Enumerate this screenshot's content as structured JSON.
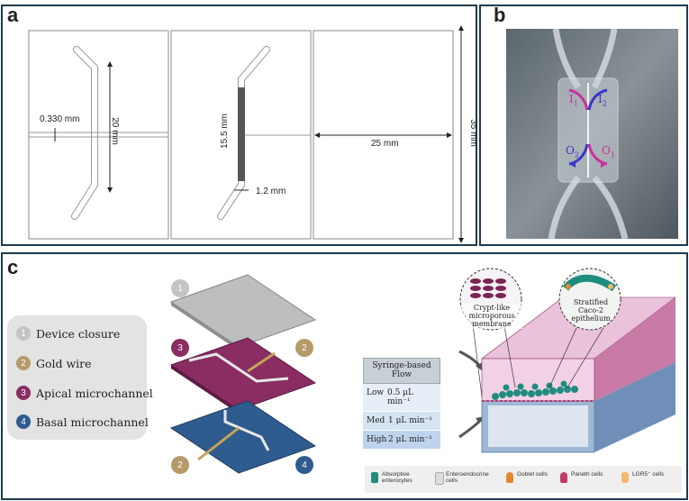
{
  "panel_a": {
    "label": "a",
    "dims": {
      "width_330": "0.330 mm",
      "len_20": "20 mm",
      "len_15_5": "15.5 mm",
      "w_1_2": "1.2 mm",
      "w_25": "25 mm",
      "h_35": "35 mm"
    }
  },
  "panel_b": {
    "label": "b",
    "inlets": [
      "I",
      "I"
    ],
    "inlet_subs": [
      "1",
      "2"
    ],
    "outlets": [
      "O",
      "O"
    ],
    "outlet_subs": [
      "2",
      "1"
    ]
  },
  "panel_c": {
    "label": "c",
    "legend": [
      {
        "num": "1",
        "text": "Device closure",
        "color": "#c4c4c4"
      },
      {
        "num": "2",
        "text": "Gold wire",
        "color": "#b59a6a"
      },
      {
        "num": "3",
        "text": "Apical microchannel",
        "color": "#8a2d63"
      },
      {
        "num": "4",
        "text": "Basal microchannel",
        "color": "#2f5c8f"
      }
    ],
    "stack_badges": [
      "1",
      "3",
      "2",
      "2",
      "4"
    ],
    "flow": {
      "title_line1": "Syringe-based",
      "title_line2": "Flow",
      "rows": [
        {
          "level": "Low",
          "value": "0.5 μL min⁻¹"
        },
        {
          "level": "Med",
          "value": "1 μL min⁻¹"
        },
        {
          "level": "High",
          "value": "2 μL min⁻¹"
        }
      ]
    },
    "callouts": {
      "membrane": [
        "Crypt-like",
        "microporous",
        "membrane"
      ],
      "epithelium": [
        "Stratified",
        "Caco-2",
        "epithelium"
      ]
    },
    "cell_legend": [
      {
        "line1": "Absorptive",
        "line2": "enterocytes",
        "color": "#1f8c80"
      },
      {
        "line1": "Enteroendocrine",
        "line2": "cells",
        "color": "#dddddd"
      },
      {
        "line1": "Goblet cells",
        "line2": "",
        "color": "#e08a2e"
      },
      {
        "line1": "Paneth cells",
        "line2": "",
        "color": "#c0396b"
      },
      {
        "line1": "LGR5⁺ cells",
        "line2": "",
        "color": "#f2b86b"
      }
    ]
  }
}
